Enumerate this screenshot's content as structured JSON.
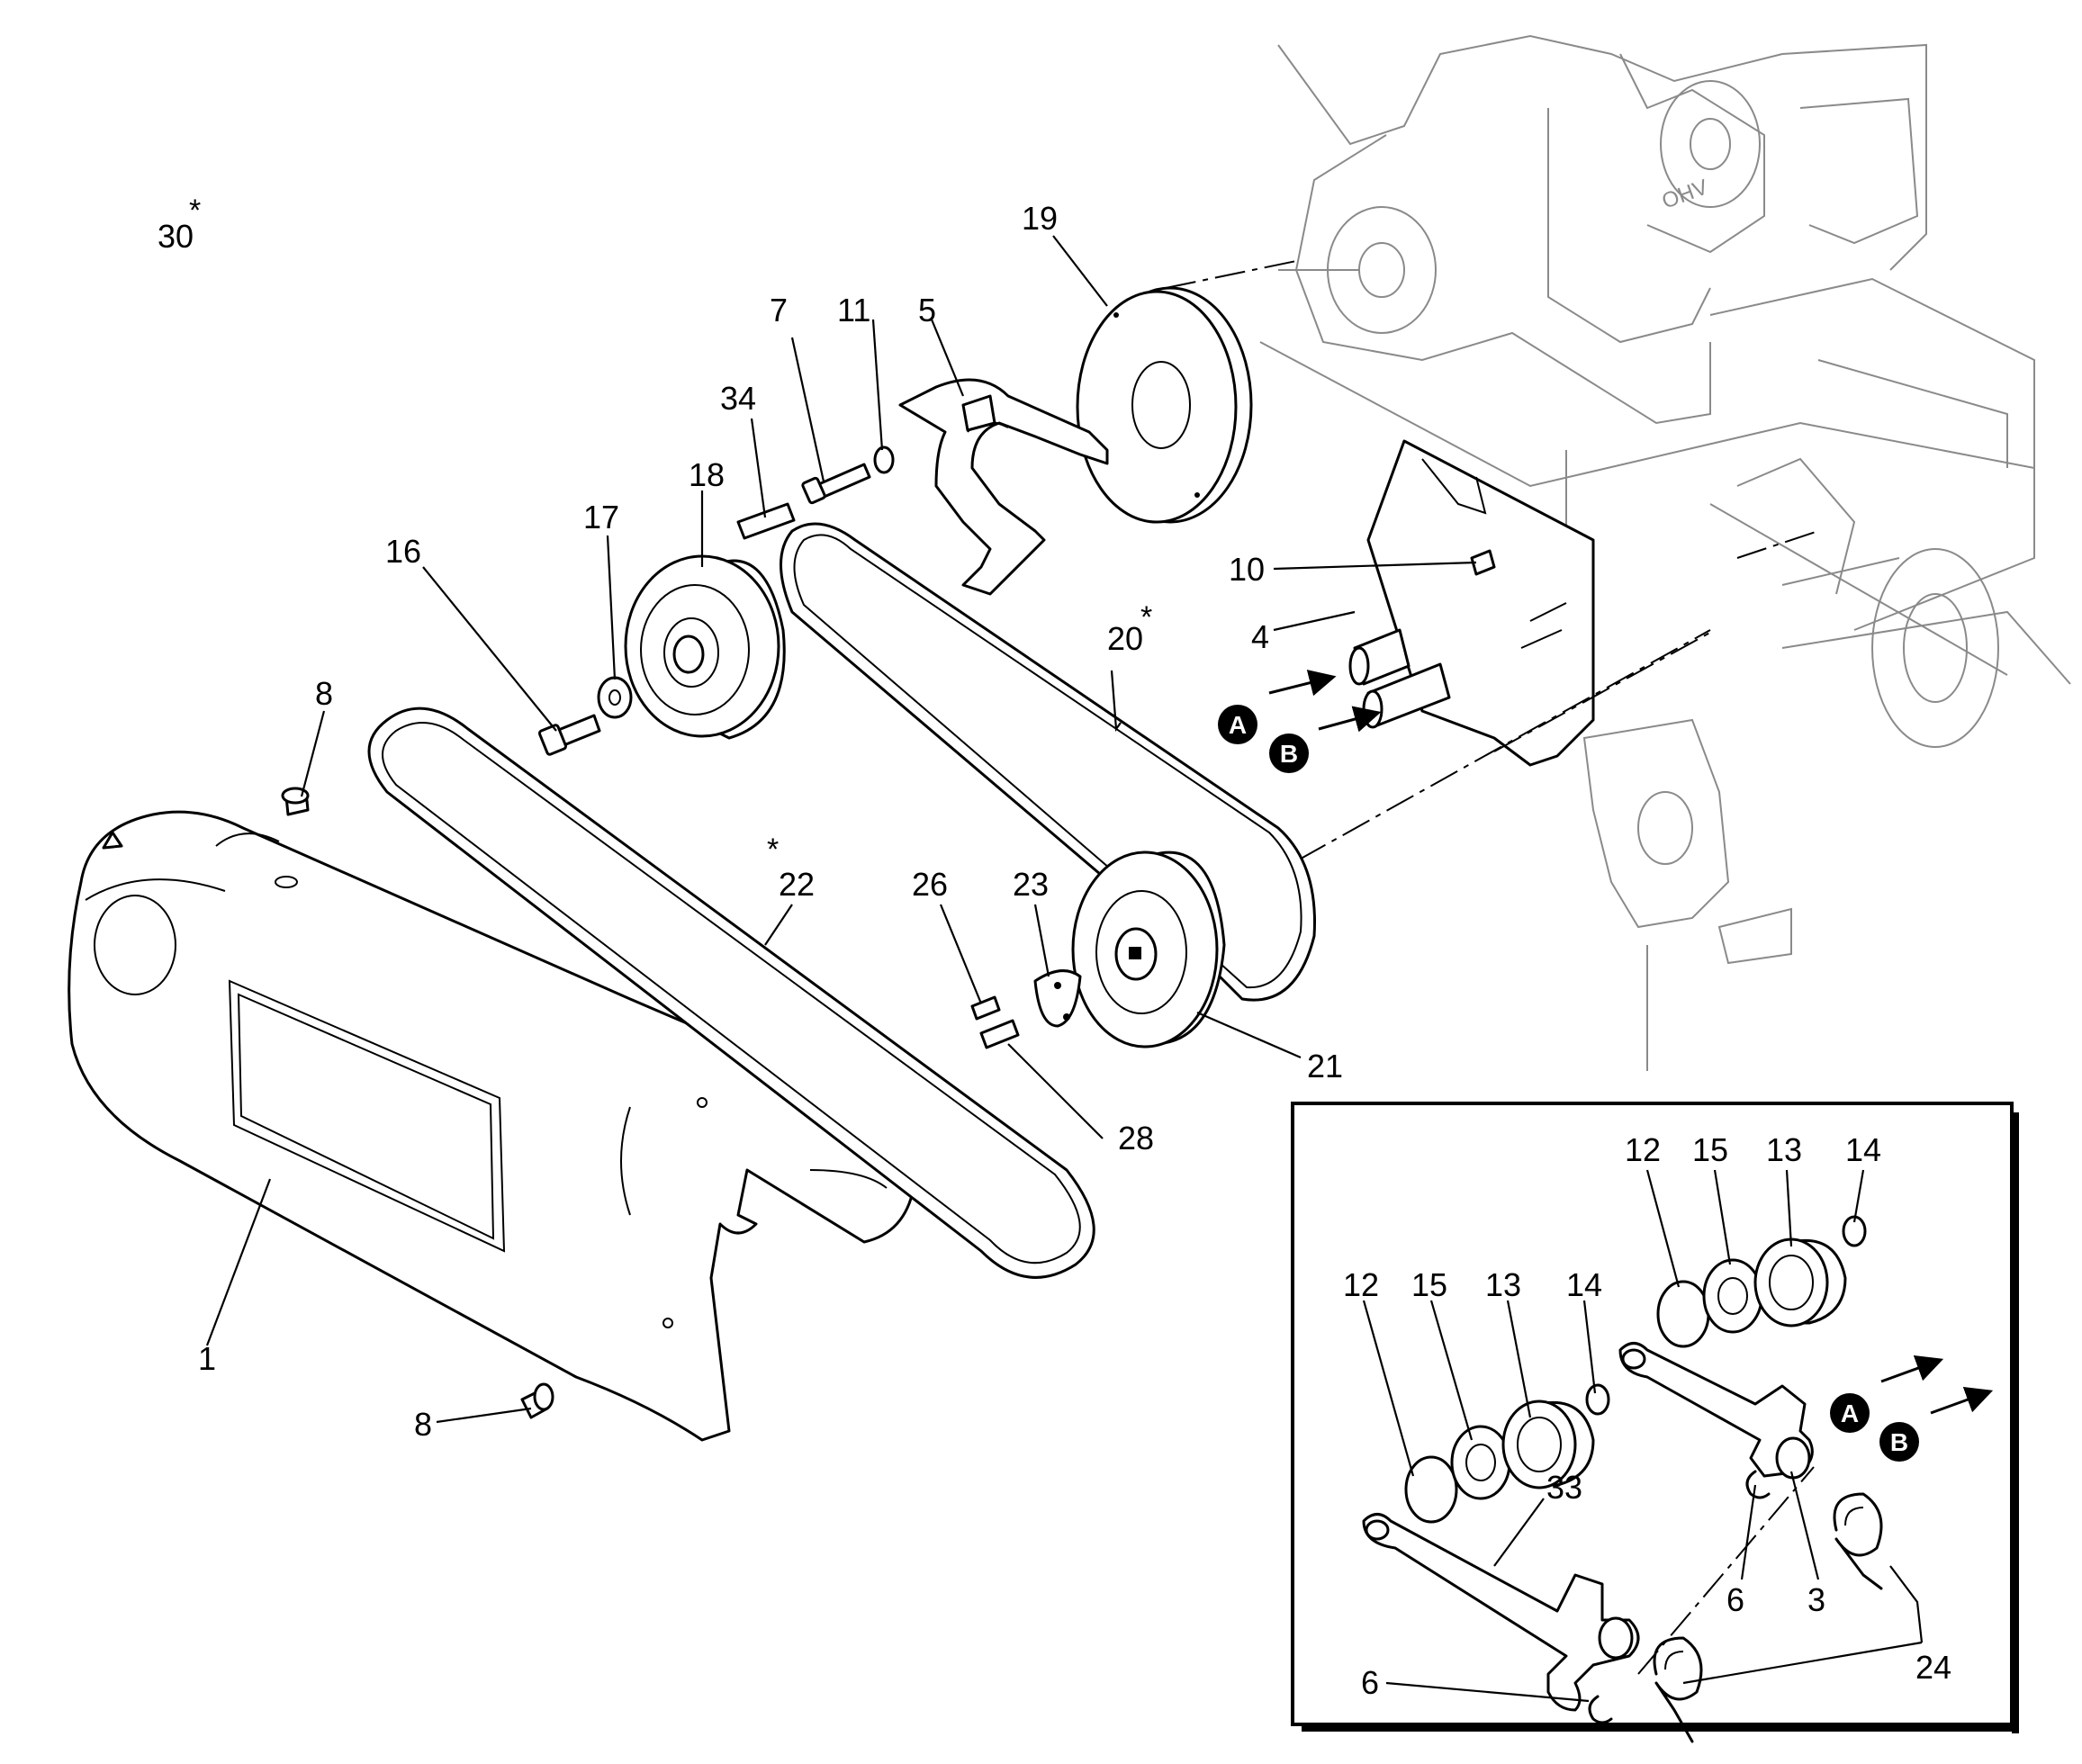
{
  "diagram": {
    "asterisk": "*",
    "kit_label": "30",
    "callouts": {
      "c1": "1",
      "c3": "3",
      "c4": "4",
      "c5": "5",
      "c6": "6",
      "c7": "7",
      "c8": "8",
      "c10": "10",
      "c11": "11",
      "c12": "12",
      "c13": "13",
      "c14": "14",
      "c15": "15",
      "c16": "16",
      "c17": "17",
      "c18": "18",
      "c19": "19",
      "c20": "20",
      "c21": "21",
      "c22": "22",
      "c23": "23",
      "c24": "24",
      "c26": "26",
      "c28": "28",
      "c33": "33",
      "c34": "34"
    },
    "refs": {
      "a": "A",
      "b": "B"
    },
    "engine_mark": "OHV"
  }
}
